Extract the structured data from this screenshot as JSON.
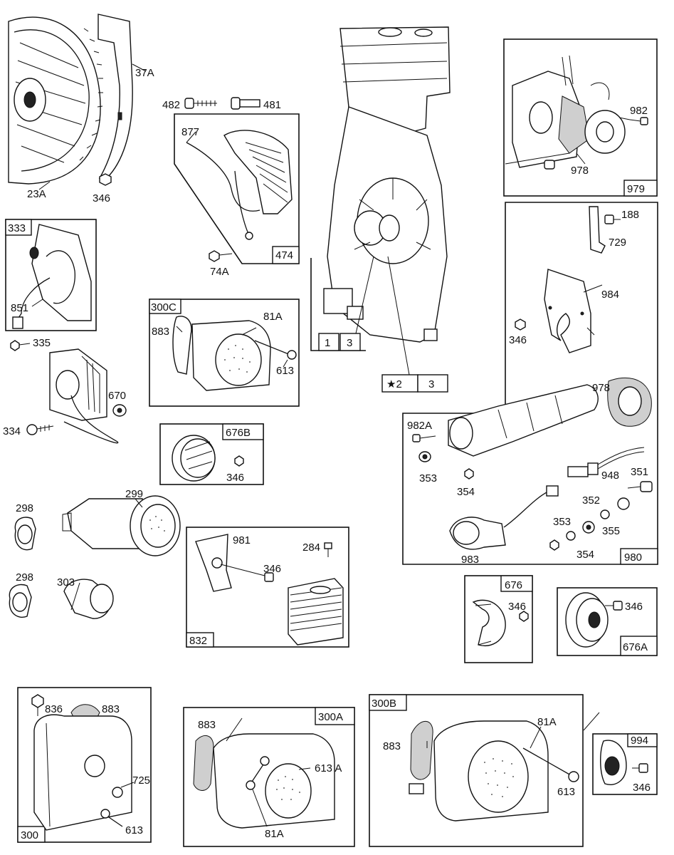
{
  "callouts": {
    "flywheel": "23A",
    "shield": "37A",
    "screw_346_flywheel": "346",
    "screw_482": "482",
    "screw_481": "481",
    "wire_877": "877",
    "screw_74a": "74A",
    "kit_474": "474",
    "kit_333": "333",
    "wire_851": "851",
    "screw_335": "335",
    "screw_334": "334",
    "nut_670": "670",
    "kit_300c": "300C",
    "gasket_883_c": "883",
    "bolt_81a_c": "81A",
    "bolt_613_c": "613",
    "block_1": "1",
    "block_3": "3",
    "star_2": "★2",
    "star_3": "3",
    "kit_979": "979",
    "screw_982": "982",
    "gasket_978_top": "978",
    "screw_188": "188",
    "bracket_729": "729",
    "guard_984": "984",
    "screw_346_guard": "346",
    "gasket_978_mid": "978",
    "screw_982a": "982A",
    "washer_353_a": "353",
    "nut_354_a": "354",
    "connector_948": "948",
    "screw_351": "351",
    "washer_352": "352",
    "washer_353_b": "353",
    "washer_355": "355",
    "nut_354_b": "354",
    "lamp_983": "983",
    "kit_980": "980",
    "kit_676b": "676B",
    "screw_346_676b": "346",
    "nut_298_a": "298",
    "muffler_299": "299",
    "nut_298_b": "298",
    "elbow_303": "303",
    "bracket_981": "981",
    "screw_284": "284",
    "screw_346_832": "346",
    "kit_832": "832",
    "kit_676": "676",
    "screw_346_676": "346",
    "screw_346_676a": "346",
    "kit_676a": "676A",
    "screw_836": "836",
    "gasket_883_300": "883",
    "bolt_725": "725",
    "bolt_613_300": "613",
    "kit_300": "300",
    "gasket_883_300a": "883",
    "kit_300a": "300A",
    "bolt_613a": "613 A",
    "bolt_81a_300a": "81A",
    "kit_300b": "300B",
    "gasket_883_300b": "883",
    "bolt_81a_300b": "81A",
    "bolt_613_300b": "613",
    "kit_994": "994",
    "screw_346_994": "346"
  }
}
